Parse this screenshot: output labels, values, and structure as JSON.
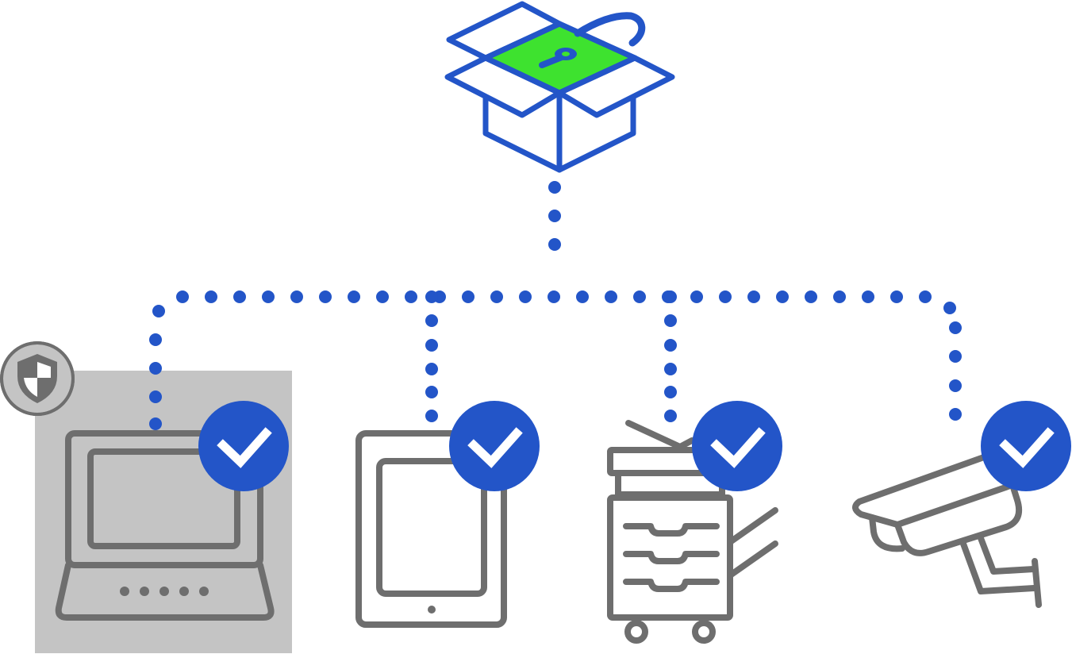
{
  "colors": {
    "accent_blue": "#2355C8",
    "key_green": "#3EE22F",
    "device_gray": "#6E6E6E",
    "highlight_gray": "#C4C4C4",
    "check_white": "#FFFFFF",
    "background": "#FFFFFF"
  },
  "hub": {
    "icon": "open-box-with-keyhole-icon"
  },
  "devices": [
    {
      "id": "laptop",
      "icon": "laptop-icon",
      "status_icon": "checkmark-icon",
      "selected": true,
      "badge_icon": "shield-icon"
    },
    {
      "id": "tablet",
      "icon": "tablet-icon",
      "status_icon": "checkmark-icon",
      "selected": false
    },
    {
      "id": "printer",
      "icon": "printer-copier-icon",
      "status_icon": "checkmark-icon",
      "selected": false
    },
    {
      "id": "camera",
      "icon": "security-camera-icon",
      "status_icon": "checkmark-icon",
      "selected": false
    }
  ]
}
